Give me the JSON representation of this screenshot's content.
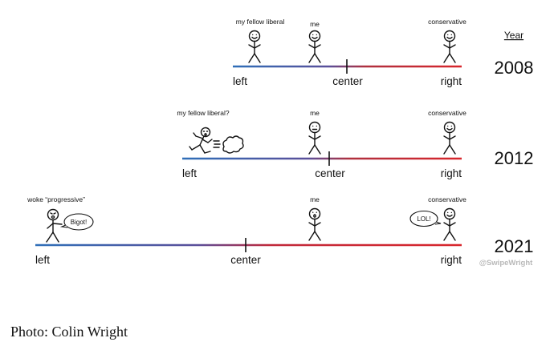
{
  "header": {
    "year_label": "Year"
  },
  "rows": [
    {
      "year": "2008",
      "axis": {
        "left": "left",
        "center": "center",
        "right": "right"
      },
      "figures": {
        "liberal": "my fellow liberal",
        "me": "me",
        "conservative": "conservative"
      }
    },
    {
      "year": "2012",
      "axis": {
        "left": "left",
        "center": "center",
        "right": "right"
      },
      "figures": {
        "liberal": "my fellow liberal?",
        "me": "me",
        "conservative": "conservative"
      }
    },
    {
      "year": "2021",
      "axis": {
        "left": "left",
        "center": "center",
        "right": "right"
      },
      "figures": {
        "liberal": "woke “progressive”",
        "me": "me",
        "conservative": "conservative"
      },
      "bubbles": {
        "liberal": "Bigot!",
        "conservative": "LOL!"
      }
    }
  ],
  "credit": "@SwipeWright",
  "caption": "Photo: Colin Wright",
  "colors": {
    "left": "#2f6fb8",
    "center": "#6b3a7a",
    "right": "#d8262c"
  }
}
